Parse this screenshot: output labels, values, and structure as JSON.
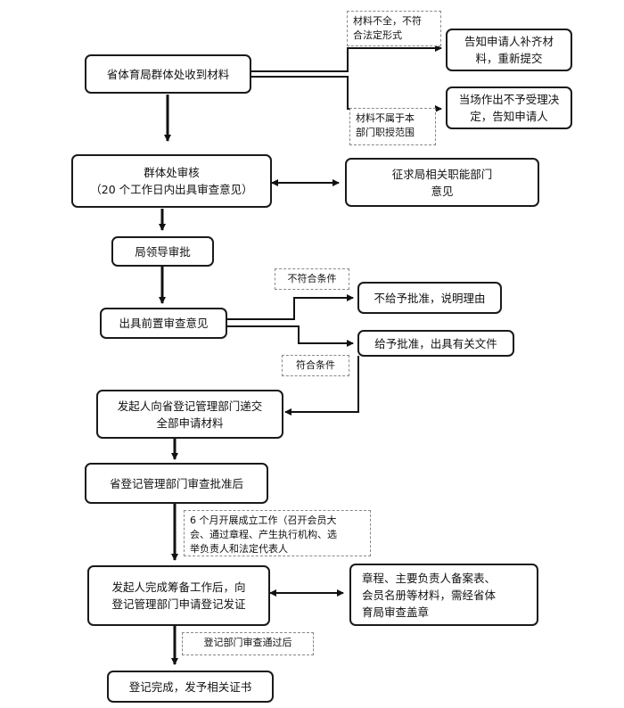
{
  "nodes": {
    "receive": "省体育局群体处收到材料",
    "notify_supplement": [
      "告知申请人补齐材",
      "料，重新提交"
    ],
    "notify_reject": [
      "当场作出不予受理决",
      "定，告知申请人"
    ],
    "review": [
      "群体处审核",
      "（20 个工作日内出具审查意见）"
    ],
    "consult": [
      "征求局相关职能部门",
      "意见"
    ],
    "leader_approval": "局领导审批",
    "pre_opinion": "出具前置审查意见",
    "deny": "不给予批准，说明理由",
    "approve": "给予批准，出具有关文件",
    "submit": [
      "发起人向省登记管理部门递交",
      "全部申请材料"
    ],
    "province_approve": "省登记管理部门审查批准后",
    "prep_done": [
      "发起人完成筹备工作后，向",
      "登记管理部门申请登记发证"
    ],
    "docs": [
      "章程、主要负责人备案表、",
      "会员名册等材料，需经省体",
      "育局审查盖章"
    ],
    "done": "登记完成，发予相关证书"
  },
  "notes": {
    "incomplete": [
      "材料不全，不符",
      "合法定形式"
    ],
    "out_of_scope": [
      "材料不属于本",
      "部门职授范围"
    ],
    "not_qualified": "不符合条件",
    "qualified": "符合条件",
    "six_months": [
      "6 个月开展成立工作（召开会员大",
      "会、通过章程、产生执行机构、选",
      "举负责人和法定代表人"
    ],
    "reg_pass": "登记部门审查通过后"
  }
}
